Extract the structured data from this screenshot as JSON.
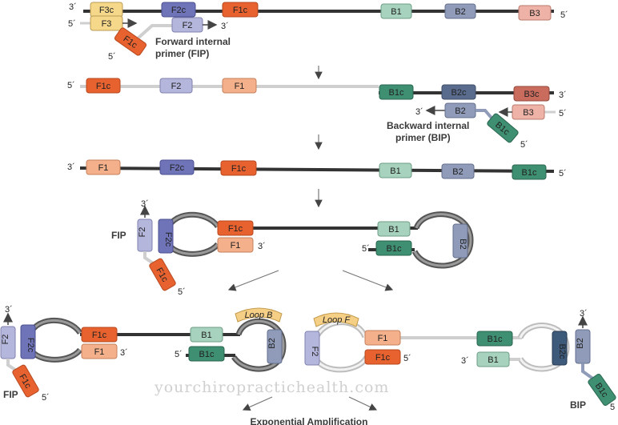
{
  "colors": {
    "orange": "#e8622f",
    "orange_light": "#f4b08a",
    "yellow": "#f6d88a",
    "purple": "#6f74b8",
    "purple_light": "#b4b6dc",
    "teal": "#3f8f72",
    "teal_light": "#a7d2bd",
    "bluegray": "#8f9bb8",
    "red": "#c96c5e",
    "red_light": "#eeb3a6",
    "loop_label": "#f5cf86",
    "dark_strand": "#333333",
    "light_strand": "#cfcfcf"
  },
  "labels": {
    "fip_caption": "Forward internal primer (FIP)",
    "bip_caption": "Backward internal primer (BIP)",
    "fip": "FIP",
    "bip": "BIP",
    "loop_b": "Loop B",
    "loop_f": "Loop F",
    "amplification": "Exponential Amplification",
    "watermark": "yourchiropractichealth.com",
    "end3": "3´",
    "end5": "5´",
    "end5_cut": "5"
  },
  "primers": {
    "F3c": "F3c",
    "F2c": "F2c",
    "F1c": "F1c",
    "B1": "B1",
    "B2": "B2",
    "B3": "B3",
    "F3": "F3",
    "F2": "F2",
    "F1": "F1",
    "B1c": "B1c",
    "B2c": "B2c",
    "B3c": "B3c"
  }
}
